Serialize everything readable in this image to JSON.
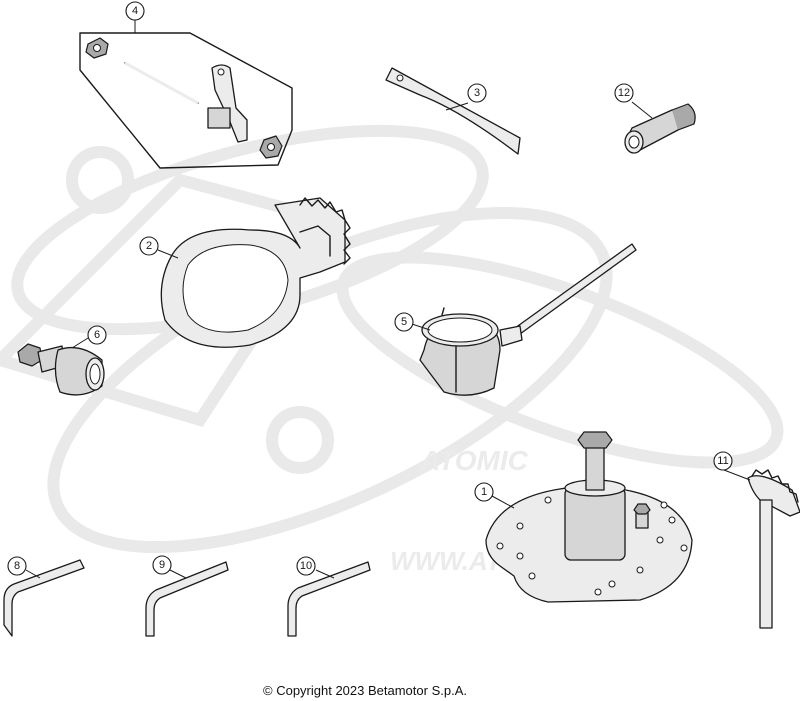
{
  "diagram": {
    "callouts": {
      "c1": "1",
      "c2": "2",
      "c3": "3",
      "c4": "4",
      "c5": "5",
      "c6": "6",
      "c8": "8",
      "c9": "9",
      "c10": "10",
      "c11": "11",
      "c12": "12"
    }
  },
  "footer": {
    "copyright": "© Copyright 2023 Betamotor S.p.A."
  }
}
